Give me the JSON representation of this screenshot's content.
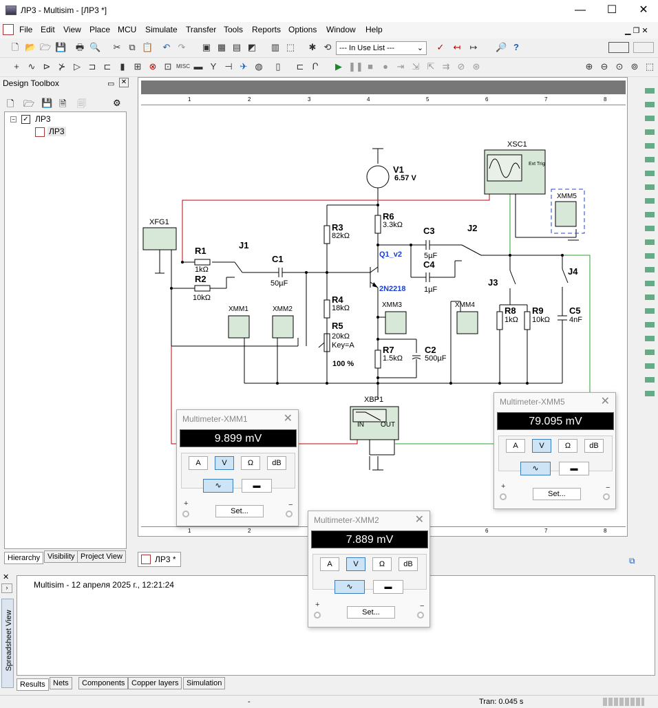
{
  "window": {
    "title": "ЛР3 - Multisim - [ЛР3 *]"
  },
  "menu": [
    "File",
    "Edit",
    "View",
    "Place",
    "MCU",
    "Simulate",
    "Transfer",
    "Tools",
    "Reports",
    "Options",
    "Window",
    "Help"
  ],
  "toolbar": {
    "in_use_list": "--- In Use List ---"
  },
  "toolbox": {
    "title": "Design Toolbox",
    "tree_root": "ЛР3",
    "tree_child": "ЛР3",
    "tabs": [
      "Hierarchy",
      "Visibility",
      "Project View"
    ]
  },
  "ruler": [
    "1",
    "2",
    "3",
    "4",
    "5",
    "6",
    "7",
    "8"
  ],
  "doc_tab": "ЛР3 *",
  "schematic": {
    "v1_name": "V1",
    "v1_val": "6.57 V",
    "xsc1": "XSC1",
    "ext_trig": "Ext Trig",
    "xfg1": "XFG1",
    "r1": "R1",
    "r1_val": "1kΩ",
    "r2": "R2",
    "r2_val": "10kΩ",
    "j1": "J1",
    "c1": "C1",
    "c1_val": "50µF",
    "r3": "R3",
    "r3_val": "82kΩ",
    "r6": "R6",
    "r6_val": "3.3kΩ",
    "q1": "Q1_v2",
    "q1_model": "2N2218",
    "c3": "C3",
    "c3_val": "5µF",
    "c4": "C4",
    "c4_val": "1µF",
    "j2": "J2",
    "j3": "J3",
    "j4": "J4",
    "r4": "R4",
    "r4_val": "18kΩ",
    "r5": "R5",
    "r5_val": "20kΩ",
    "r5_key": "Key=A",
    "r5_pct": "100 %",
    "xmm1": "XMM1",
    "xmm2": "XMM2",
    "xmm3": "XMM3",
    "xmm4": "XMM4",
    "xmm5": "XMM5",
    "r7": "R7",
    "r7_val": "1.5kΩ",
    "c2": "C2",
    "c2_val": "500µF",
    "r8": "R8",
    "r8_val": "1kΩ",
    "r9": "R9",
    "r9_val": "10kΩ",
    "c5": "C5",
    "c5_val": "4nF",
    "xbp1": "XBP1",
    "in": "IN",
    "out": "OUT"
  },
  "meters": [
    {
      "title": "Multimeter-XMM1",
      "reading": "9.899 mV"
    },
    {
      "title": "Multimeter-XMM2",
      "reading": "7.889 mV"
    },
    {
      "title": "Multimeter-XMM5",
      "reading": "79.095 mV"
    }
  ],
  "meter_buttons": {
    "a": "A",
    "v": "V",
    "ohm": "Ω",
    "db": "dB",
    "set": "Set...",
    "plus": "+",
    "minus": "−"
  },
  "spreadsheet": {
    "vertical_label": "Spreadsheet View",
    "log": "Multisim  -  12 апреля 2025 г., 12:21:24",
    "tabs": [
      "Results",
      "Nets",
      "Components",
      "Copper layers",
      "Simulation"
    ]
  },
  "status": {
    "center": "-",
    "tran": "Tran: 0.045 s"
  }
}
